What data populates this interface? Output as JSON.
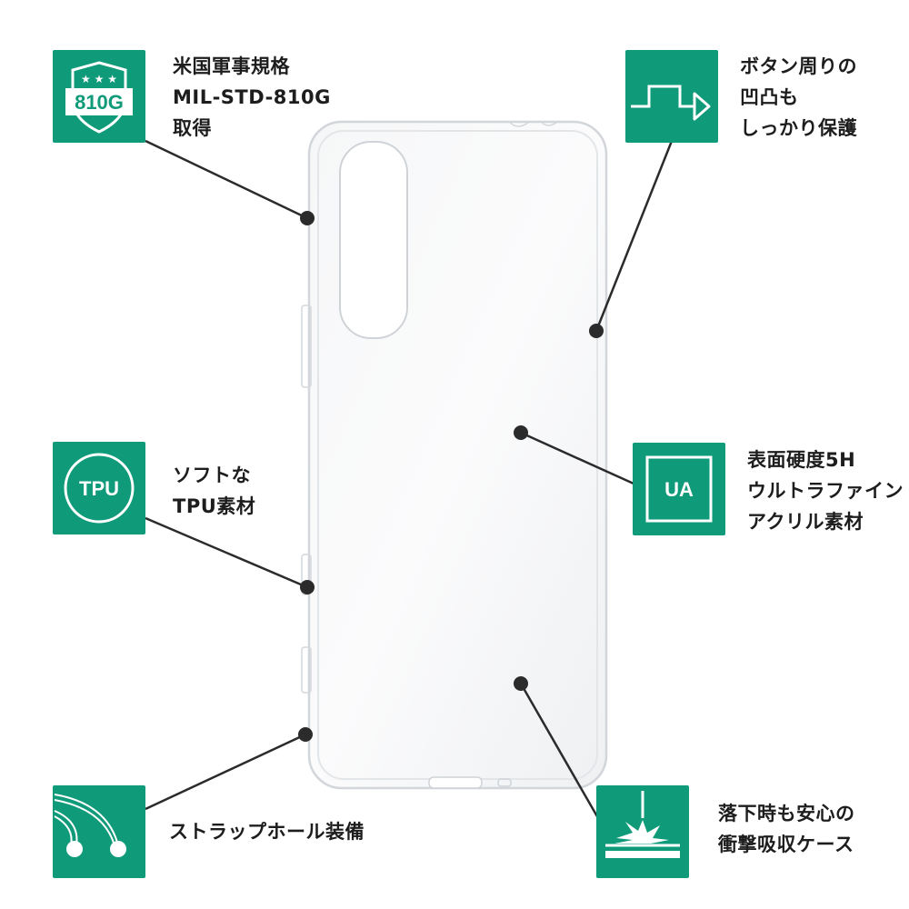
{
  "accent_color": "#0f9a79",
  "features": {
    "mil": {
      "badge_text": "810G",
      "icon": "shield-stars-icon",
      "lines": [
        "米国軍事規格",
        "MIL-STD-810G",
        "取得"
      ]
    },
    "tpu": {
      "badge_text": "TPU",
      "icon": "tpu-circle-icon",
      "lines": [
        "ソフトな",
        "TPU素材"
      ]
    },
    "strap": {
      "icon": "strap-hole-icon",
      "lines": [
        "ストラップホール装備"
      ]
    },
    "button": {
      "icon": "button-step-arrow-icon",
      "lines": [
        "ボタン周りの",
        "凹凸も",
        "しっかり保護"
      ]
    },
    "ua": {
      "badge_text": "UA",
      "icon": "ua-square-icon",
      "lines": [
        "表面硬度5H",
        "ウルトラファイン",
        "アクリル素材"
      ]
    },
    "impact": {
      "icon": "impact-burst-icon",
      "lines": [
        "落下時も安心の",
        "衝撃吸収ケース"
      ]
    }
  }
}
